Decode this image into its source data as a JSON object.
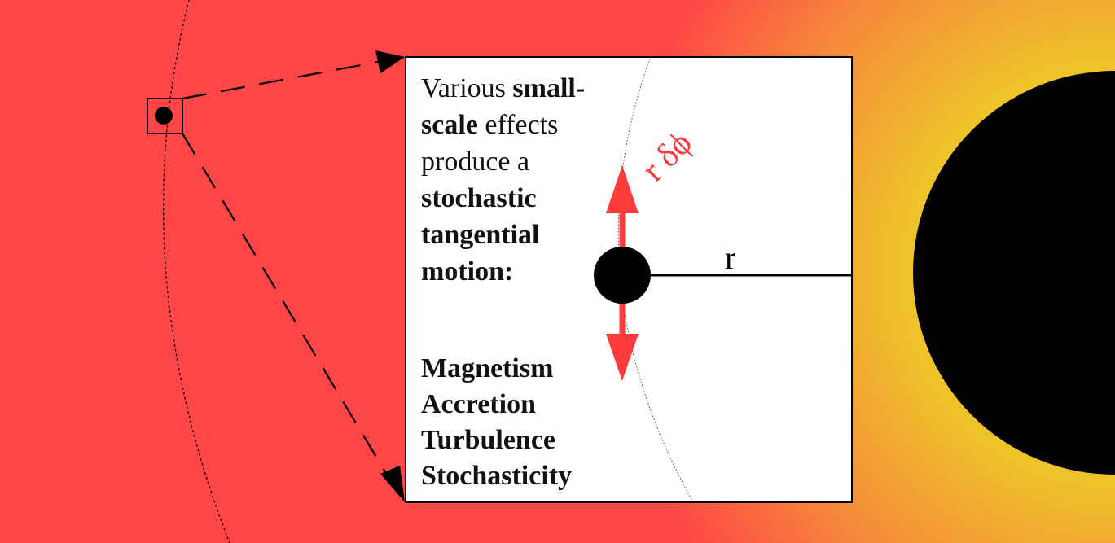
{
  "caption": {
    "line1": "Various ",
    "line1_bold": "small-",
    "line2_bold": "scale",
    "line2": " effects",
    "line3": "produce a",
    "line4_bold": "stochastic",
    "line5_bold": "tangential",
    "line6_bold": "motion:"
  },
  "effects": [
    "Magnetism",
    "Accretion",
    "Turbulence",
    "Stochasticity"
  ],
  "labels": {
    "radius": "r",
    "tangential_displacement": "r δϕ"
  },
  "colors": {
    "disk_inner": "#efc22a",
    "disk_outer": "#ff4646",
    "arrow": "#ff3c3c",
    "black_hole": "#000000",
    "panel": "#ffffff"
  }
}
